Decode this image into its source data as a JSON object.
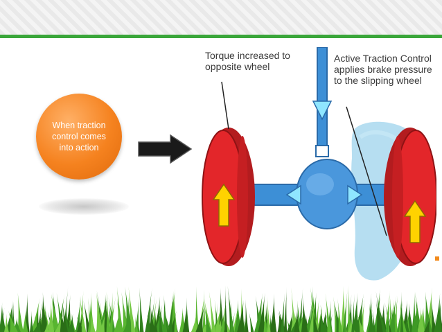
{
  "slide": {
    "bubble_text": "When traction control comes into action"
  },
  "diagram": {
    "label_left": "Torque increased to opposite wheel",
    "label_right": "Active Traction Control applies brake pressure to the slipping wheel"
  },
  "colors": {
    "header_band": "#eeeeee",
    "green_rule": "#3aa63a",
    "bubble": "#f5821f",
    "wheel_red": "#e3262a",
    "axle_blue": "#3d8fd6",
    "water": "#a9d8ef",
    "arrow_yellow": "#ffd200",
    "arrow_cyan": "#8fe6ff",
    "grass_green": "#3f9a26"
  },
  "icons": {
    "pointer": "block-arrow-right",
    "wheel_arrows": "up-arrow-icon",
    "axle_arrows": "left-right-arrow-icon"
  }
}
